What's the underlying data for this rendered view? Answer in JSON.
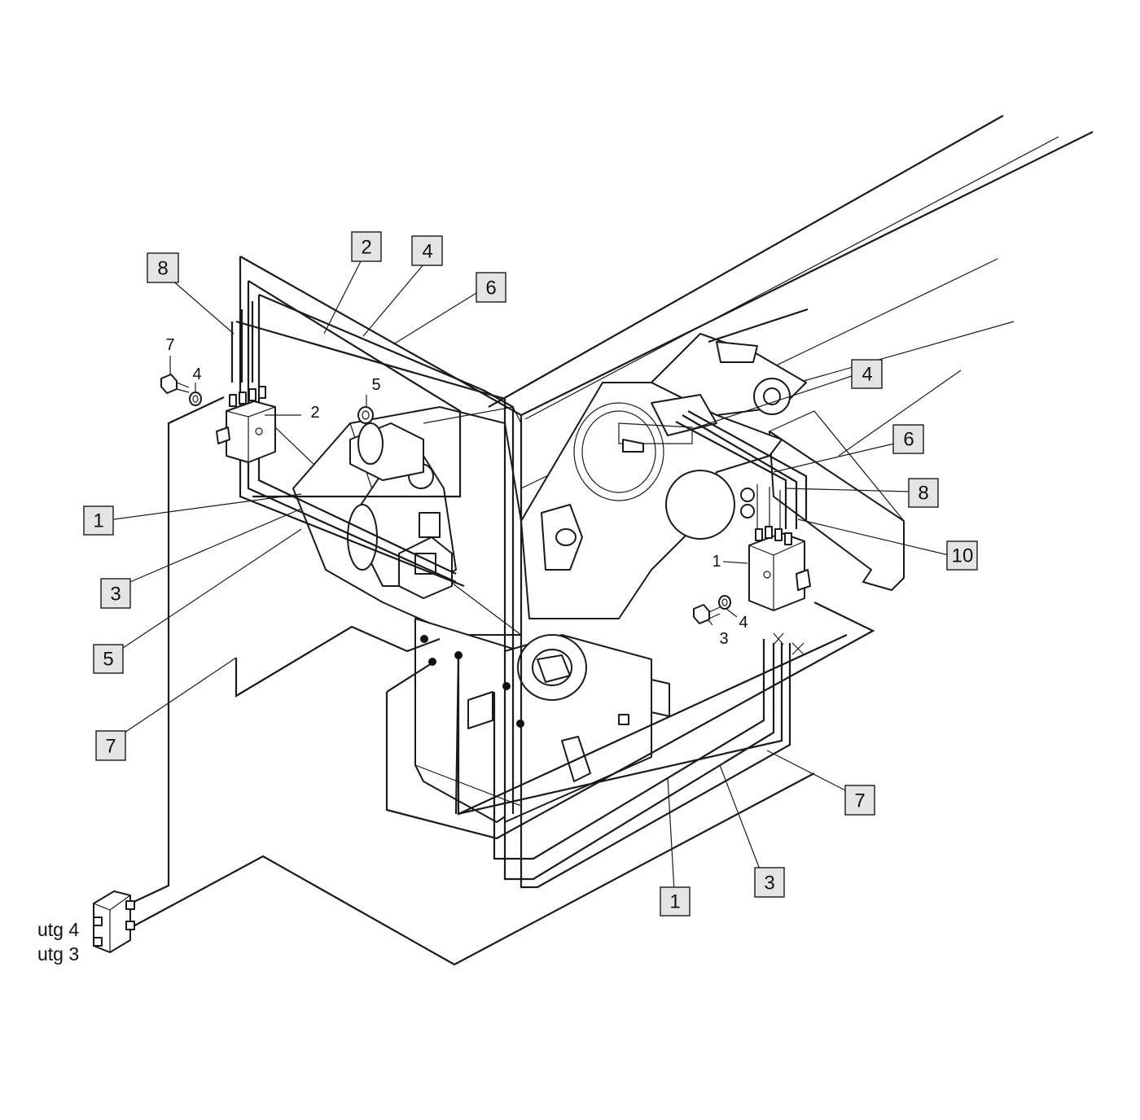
{
  "callouts": [
    {
      "id": "c-8-top-left",
      "text": "8"
    },
    {
      "id": "c-2-top",
      "text": "2"
    },
    {
      "id": "c-4-top",
      "text": "4"
    },
    {
      "id": "c-6-top",
      "text": "6"
    },
    {
      "id": "c-1-left",
      "text": "1"
    },
    {
      "id": "c-3-left",
      "text": "3"
    },
    {
      "id": "c-5-left",
      "text": "5"
    },
    {
      "id": "c-7-left",
      "text": "7"
    },
    {
      "id": "c-4-right",
      "text": "4"
    },
    {
      "id": "c-6-right",
      "text": "6"
    },
    {
      "id": "c-8-right",
      "text": "8"
    },
    {
      "id": "c-10-right",
      "text": "10"
    },
    {
      "id": "c-7-bottom",
      "text": "7"
    },
    {
      "id": "c-3-bottom",
      "text": "3"
    },
    {
      "id": "c-1-bottom",
      "text": "1"
    }
  ],
  "part_labels": {
    "left_bolt": "7",
    "left_washer": "4",
    "left_valve": "2",
    "center_nut": "5",
    "right_valve": "1",
    "right_bolt": "3",
    "right_washer": "4"
  },
  "ports": {
    "upper": "utg 4",
    "lower": "utg 3"
  }
}
